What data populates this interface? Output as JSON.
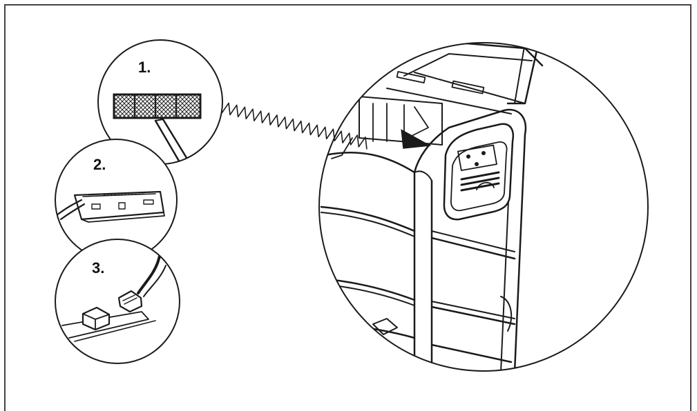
{
  "steps": [
    {
      "label": "1.",
      "depicts": "ventilation-grille-being-pried-out"
    },
    {
      "label": "2.",
      "depicts": "control-panel-removed"
    },
    {
      "label": "3.",
      "depicts": "cable-connector-unplugged"
    }
  ],
  "colors": {
    "line": "#1a1a1a",
    "background": "#ffffff",
    "frame": "#444444"
  }
}
